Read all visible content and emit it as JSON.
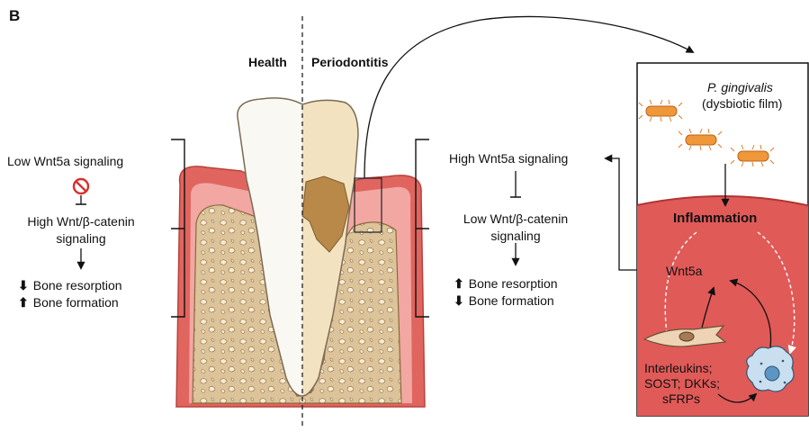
{
  "panel_label": "B",
  "header": {
    "health": "Health",
    "disease": "Periodontitis"
  },
  "health_side": {
    "wnt5a": "Low Wnt5a signaling",
    "catenin_line1": "High Wnt/β-catenin",
    "catenin_line2": "signaling",
    "outcome_1": {
      "arrow": "⬇",
      "text": "Bone resorption"
    },
    "outcome_2": {
      "arrow": "⬆",
      "text": "Bone formation"
    }
  },
  "disease_side": {
    "wnt5a": "High Wnt5a signaling",
    "catenin_line1": "Low Wnt/β-catenin",
    "catenin_line2": "signaling",
    "outcome_1": {
      "arrow": "⬆",
      "text": "Bone resorption"
    },
    "outcome_2": {
      "arrow": "⬇",
      "text": "Bone formation"
    }
  },
  "inset": {
    "bacteria_line1": "P. gingivalis",
    "bacteria_line2": "(dysbiotic film)",
    "inflammation": "Inflammation",
    "wnt5a": "Wnt5a",
    "factors_line1": "Interleukins;",
    "factors_line2": "SOST; DKKs;",
    "factors_line3": "sFRPs"
  },
  "colors": {
    "gum": "#e0655f",
    "gum_light": "#f2a7a3",
    "bone": "#dcc39a",
    "bone_holes": "#f8ecd3",
    "tooth": "#faf8f2",
    "tooth_diseased": "#f3e2c0",
    "calculus": "#b9894a",
    "inflamed_tissue": "#e05a58",
    "bacteria": "#f0973a",
    "inhibit_sign": "#d9302e",
    "cell_fibroblast": "#eed3b5",
    "cell_macrophage": "#c9dff0"
  }
}
